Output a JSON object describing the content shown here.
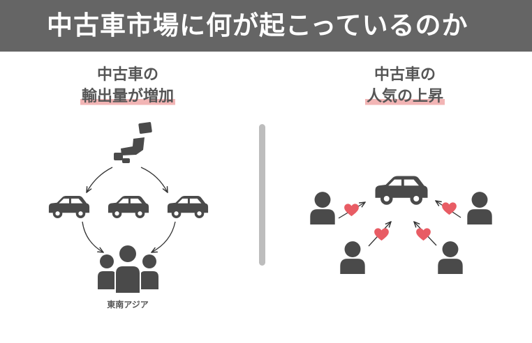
{
  "header": {
    "title": "中古車市場に何が起こっているのか"
  },
  "left": {
    "title_line1": "中古車の",
    "title_line2": "輸出量が増加",
    "region_label": "東南アジア"
  },
  "right": {
    "title_line1": "中古車の",
    "title_line2": "人気の上昇"
  },
  "colors": {
    "header_bg": "#656565",
    "icon": "#4a4a4a",
    "heart": "#e85c64",
    "highlight": "#f2b5b5",
    "divider": "#bdbdbd"
  },
  "icons": [
    "japan-map-icon",
    "car-icon",
    "people-group-icon",
    "person-icon",
    "heart-icon",
    "arrow-icon"
  ]
}
